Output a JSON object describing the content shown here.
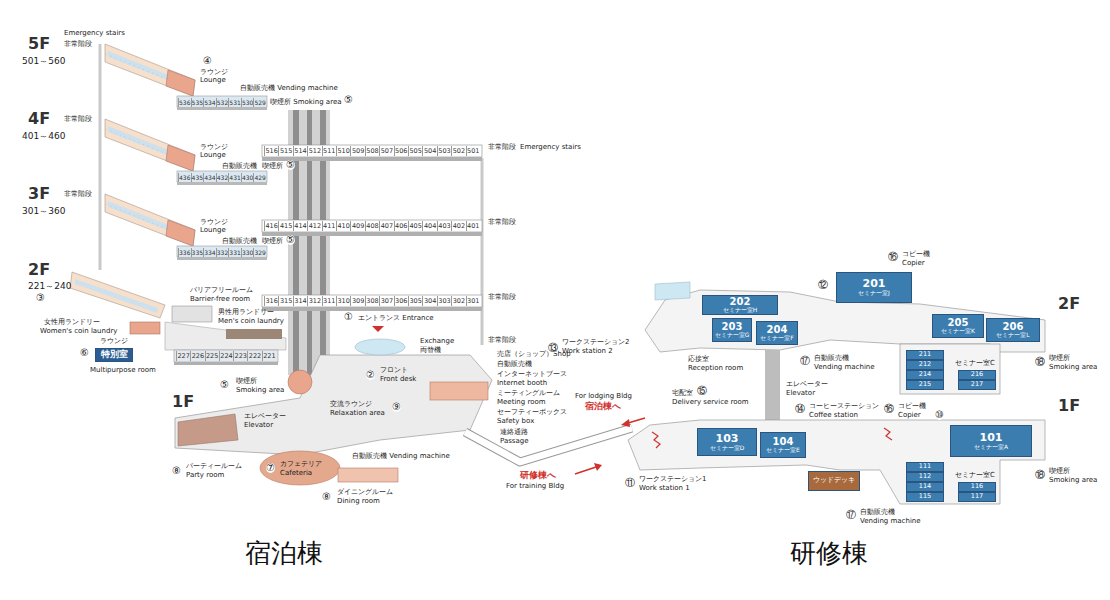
{
  "diagram": {
    "nodes": [
      {
        "text": [
          "特別室"
        ]
      },
      {
        "text": [
          "202",
          "セミナー室H"
        ]
      },
      {
        "text": [
          "203",
          "セミナー室G"
        ]
      },
      {
        "text": [
          "204",
          "セミナー室F"
        ]
      },
      {
        "text": [
          "201",
          "セミナー室J"
        ]
      },
      {
        "text": [
          "205",
          "セミナー室K"
        ]
      },
      {
        "text": [
          "206",
          "セミナー室L"
        ]
      },
      {
        "text": [
          "211"
        ]
      },
      {
        "text": [
          "212"
        ]
      },
      {
        "text": [
          "214"
        ]
      },
      {
        "text": [
          "215"
        ]
      },
      {
        "text": [
          "216"
        ]
      },
      {
        "text": [
          "217"
        ]
      },
      {
        "text": [
          "103",
          "セミナー室D"
        ]
      },
      {
        "text": [
          "104",
          "セミナー室E"
        ]
      },
      {
        "text": [
          "101",
          "セミナー室A"
        ]
      },
      {
        "text": [
          "111"
        ]
      },
      {
        "text": [
          "112"
        ]
      },
      {
        "text": [
          "114"
        ]
      },
      {
        "text": [
          "115"
        ]
      },
      {
        "text": [
          "116"
        ]
      },
      {
        "text": [
          "117"
        ]
      },
      {
        "text": [
          "ウッドデッキ"
        ]
      }
    ],
    "labels": [
      "5F",
      "501～560",
      "Emergency stairs",
      "非常階段",
      "④",
      "ラウンジ",
      "Lounge",
      "自動販売機 Vending machine",
      "喫煙所 Smoking area",
      "⑤",
      "4F",
      "401～460",
      "非常階段",
      "ラウンジ",
      "Lounge",
      "自動販売機",
      "⑤",
      "喫煙所",
      "非常階段",
      "Emergency stairs",
      "3F",
      "301～360",
      "非常階段",
      "ラウンジ",
      "Lounge",
      "自動販売機",
      "⑤",
      "喫煙所",
      "非常階段",
      "2F",
      "221～240",
      "③",
      "非常階段",
      "バリアフリールーム",
      "Barrier-free room",
      "男性用ランドリー",
      "Men's coin laundry",
      "女性用ランドリー",
      "Women's coin laundry",
      "ラウンジ",
      "⑥",
      "Multipurpose room",
      "①",
      "エントランス Entrance",
      "非常階段",
      "Exchange",
      "両替機",
      "②",
      "フロント",
      "Front desk",
      "売店（ショップ）Shop",
      "自動販売機",
      "インターネットブース",
      "Internet booth",
      "ミーティングルーム",
      "Meeting room",
      "セーフティーボックス",
      "Safety box",
      "⑤",
      "喫煙所",
      "Smoking area",
      "1F",
      "エレベーター",
      "Elevator",
      "交流ラウンジ",
      "Relaxation area",
      "⑨",
      "自動販売機 Vending machine",
      "⑧",
      "パーティールーム",
      "Party room",
      "⑦",
      "カフェテリア",
      "Cafeteria",
      "⑧",
      "ダイニングルーム",
      "Dining room",
      "連絡通路",
      "Passage",
      "研修棟へ",
      "For training Bldg",
      "For lodging Bldg",
      "宿泊棟へ",
      "宿泊棟",
      "研修棟",
      "⑬",
      "ワークステーション2",
      "Work station 2",
      "応接室",
      "Reception room",
      "⑰",
      "自動販売機",
      "Vending machine",
      "⑫",
      "⑯",
      "コピー機",
      "Copier",
      "2F",
      "⑱",
      "喫煙所",
      "Smoking area",
      "エレベーター",
      "Elevator",
      "宅配室",
      "Delivery service room",
      "⑮",
      "⑭",
      "コーヒーステーション",
      "Coffee station",
      "⑯",
      "コピー機",
      "Copier",
      "⑩",
      "1F",
      "⑪",
      "ワークステーション1",
      "Work station 1",
      "⑰",
      "自動販売機",
      "Vending machine",
      "⑱",
      "喫煙所",
      "Smoking area",
      "セミナー室C",
      "セミナー室C",
      "516",
      "515",
      "514",
      "512",
      "511",
      "510",
      "509",
      "508",
      "507",
      "506",
      "505",
      "504",
      "503",
      "502",
      "501",
      "536",
      "535",
      "534",
      "532",
      "531",
      "530",
      "529",
      "416",
      "415",
      "414",
      "412",
      "411",
      "410",
      "409",
      "408",
      "407",
      "406",
      "405",
      "404",
      "403",
      "402",
      "401",
      "436",
      "435",
      "434",
      "432",
      "431",
      "430",
      "429",
      "316",
      "315",
      "314",
      "312",
      "311",
      "310",
      "309",
      "308",
      "307",
      "306",
      "305",
      "304",
      "303",
      "302",
      "301",
      "336",
      "335",
      "334",
      "332",
      "331",
      "330",
      "329",
      "227",
      "226",
      "225",
      "224",
      "223",
      "222",
      "221"
    ]
  }
}
